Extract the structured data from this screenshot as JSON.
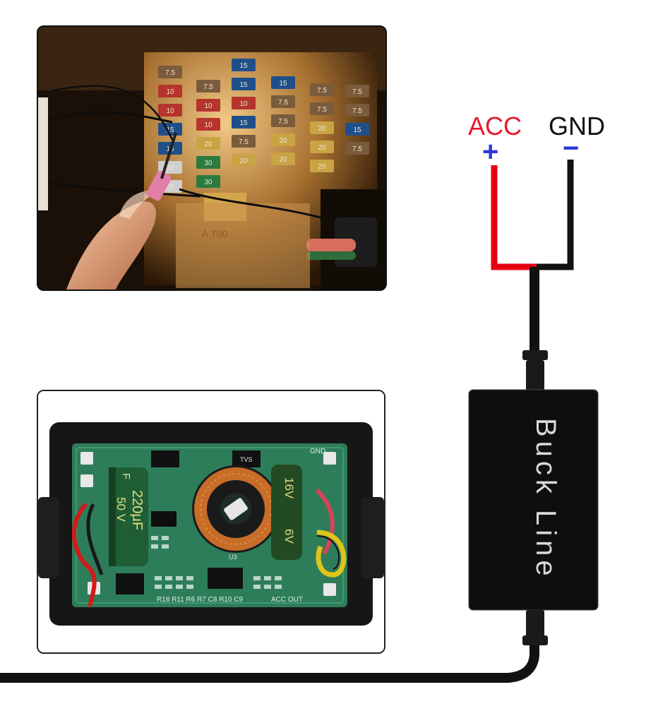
{
  "wiring": {
    "acc_label": "ACC",
    "gnd_label": "GND",
    "plus_symbol": "+",
    "minus_symbol": "−",
    "module_label": "Buck Line"
  },
  "fusebox": {
    "fuse_ratings": [
      [
        "7.5",
        "10",
        "10",
        "15",
        "15",
        "25",
        "25"
      ],
      [
        "7.5",
        "10",
        "10",
        "20",
        "30",
        "30"
      ],
      [
        "15",
        "15",
        "10",
        "15",
        "7.5",
        "20"
      ],
      [
        "15",
        "7.5",
        "7.5",
        "20",
        "20"
      ],
      [
        "7.5",
        "7.5",
        "20",
        "20",
        "20"
      ],
      [
        "7.5",
        "7.5",
        "15",
        "7.5"
      ]
    ]
  },
  "pcb": {
    "big_capacitor": {
      "line1": "F",
      "line2": "220μF",
      "line3": "50 V"
    },
    "small_capacitor": {
      "line1": "16V",
      "line2": "6V"
    },
    "silkscreen": {
      "component_refs": "R18 R11 R6 R7 C8 R10 C9",
      "acc_out": "ACC OUT",
      "gnd": "GND",
      "tvs": "TVS",
      "inductor_ref": "U3"
    }
  },
  "colors": {
    "acc_red": "#e8182c",
    "plus_blue": "#2a38d8",
    "wire_red": "#e60012",
    "wire_black": "#111111",
    "pcb_green": "#2e7d5a"
  }
}
